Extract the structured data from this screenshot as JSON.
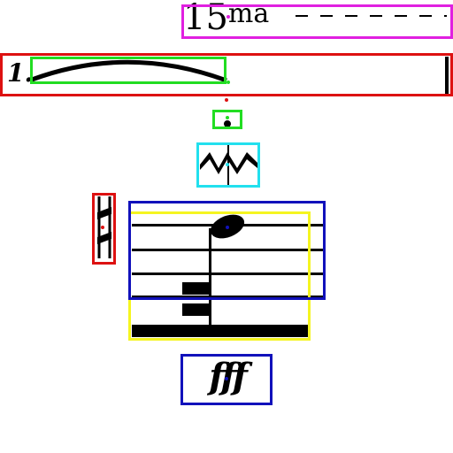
{
  "ottava": {
    "number": "15",
    "suffix": "ma"
  },
  "fingering": {
    "text": "1."
  },
  "dynamic": {
    "text": "fff"
  },
  "annotation_colors": {
    "magenta": "#e020e0",
    "red": "#dd1111",
    "green": "#22dd22",
    "cyan": "#22e0ee",
    "blue": "#1111bb",
    "yellow": "#f5f520"
  }
}
